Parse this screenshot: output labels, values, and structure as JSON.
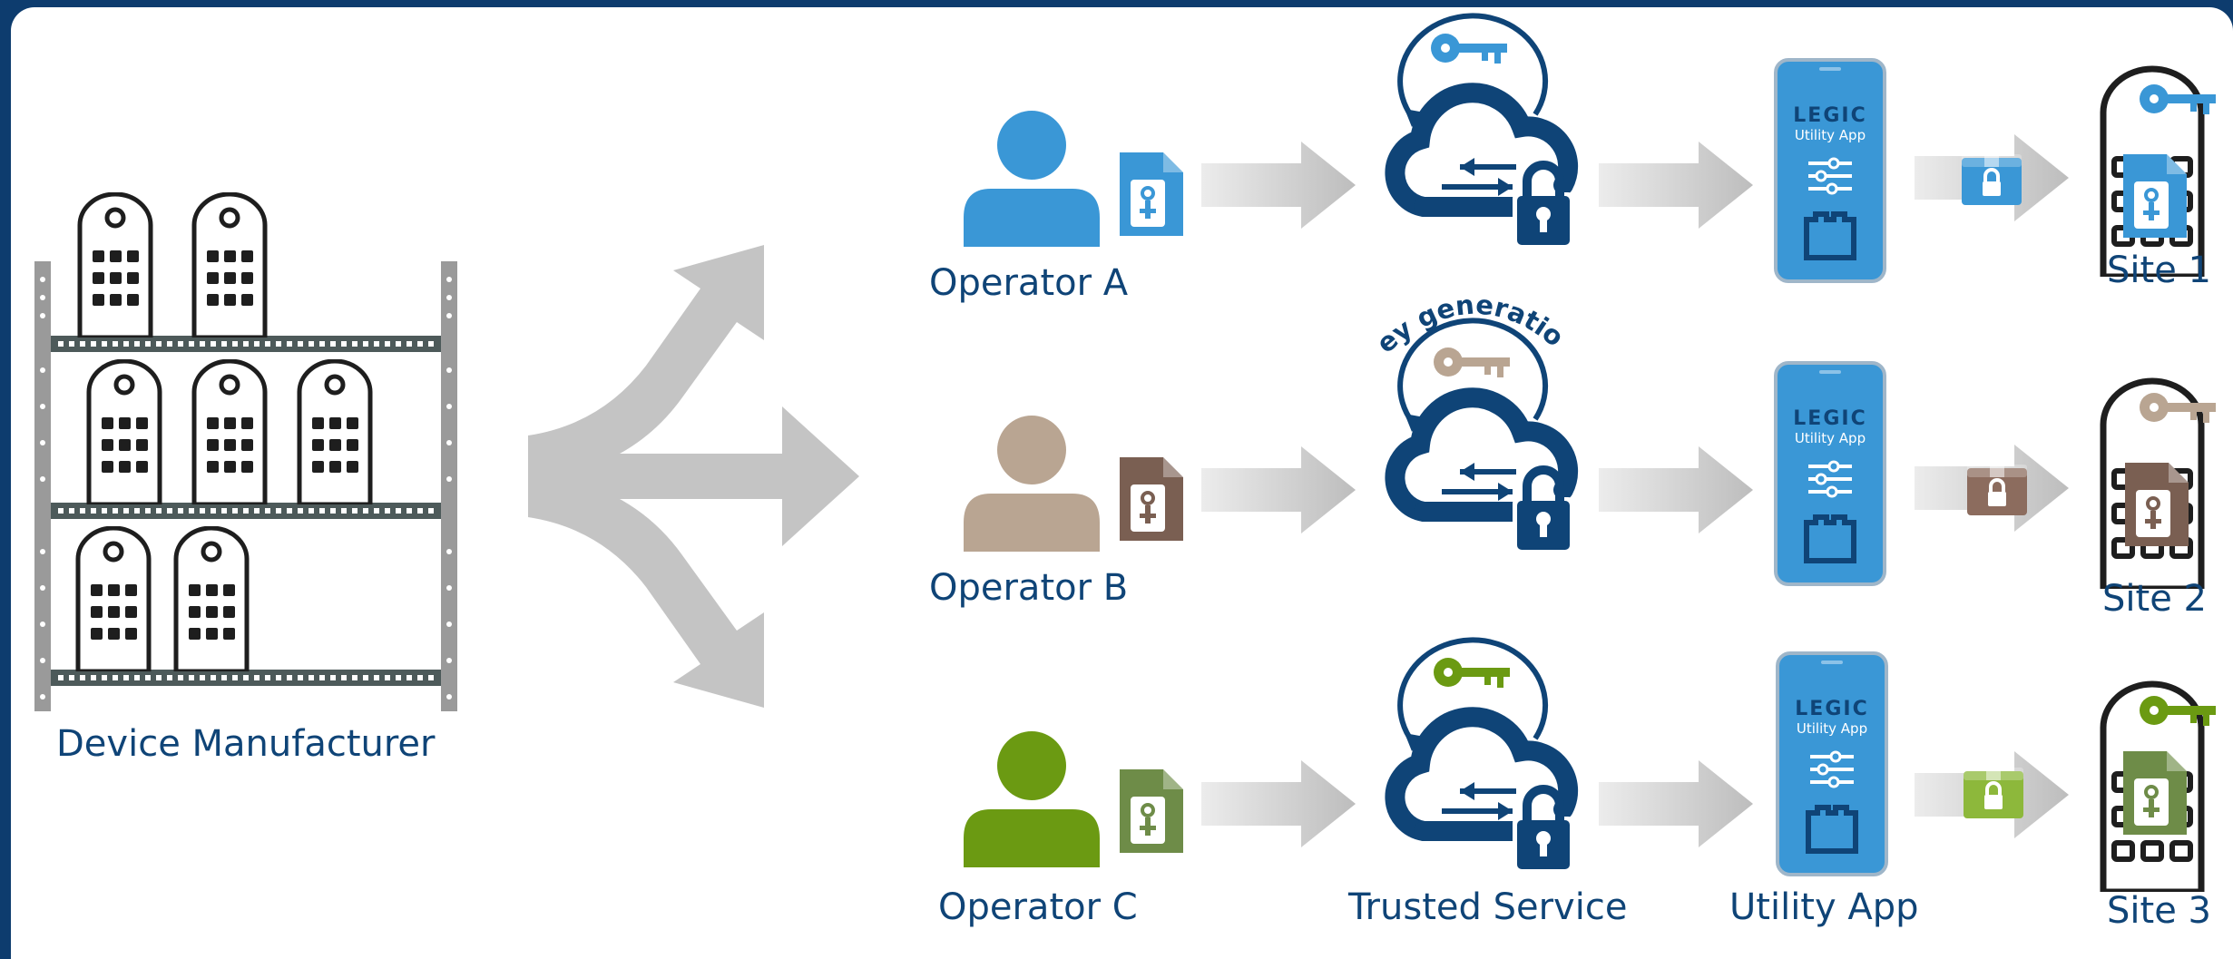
{
  "labels": {
    "manufacturer": "Device Manufacturer",
    "trusted_service": "Trusted Service",
    "utility_app": "Utility App",
    "key_generation": "Key generation"
  },
  "app_screen": {
    "brand": "LEGIC",
    "subtitle": "Utility App"
  },
  "operators": [
    {
      "name": "Operator A",
      "site": "Site 1",
      "color": "#3a97d6"
    },
    {
      "name": "Operator B",
      "site": "Site 2",
      "color": "#b9a592"
    },
    {
      "name": "Operator C",
      "site": "Site 3",
      "color": "#6b9a12"
    }
  ],
  "colors": {
    "frame": "#0d3c6e",
    "navy": "#0f4477",
    "phone": "#3a97d6",
    "arrow": "#c4c4c4",
    "rack": "#9a9a9a"
  }
}
